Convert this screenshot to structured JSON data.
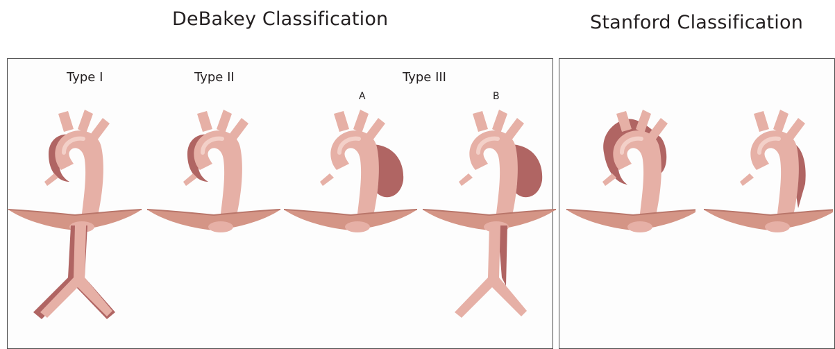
{
  "headings": {
    "debakey": "DeBakey Classification",
    "stanford": "Stanford Classification"
  },
  "debakey_types": {
    "type1": "Type I",
    "type2": "Type II",
    "type3": "Type III",
    "type3a": "A",
    "type3b": "B"
  },
  "colors": {
    "lumen": "#e6b0a6",
    "lumen_highlight": "#f3d0c8",
    "dissection": "#b06563",
    "diaphragm": "#d49586",
    "diaphragm_dark": "#b9766a",
    "outline": "#4a4a4a"
  }
}
